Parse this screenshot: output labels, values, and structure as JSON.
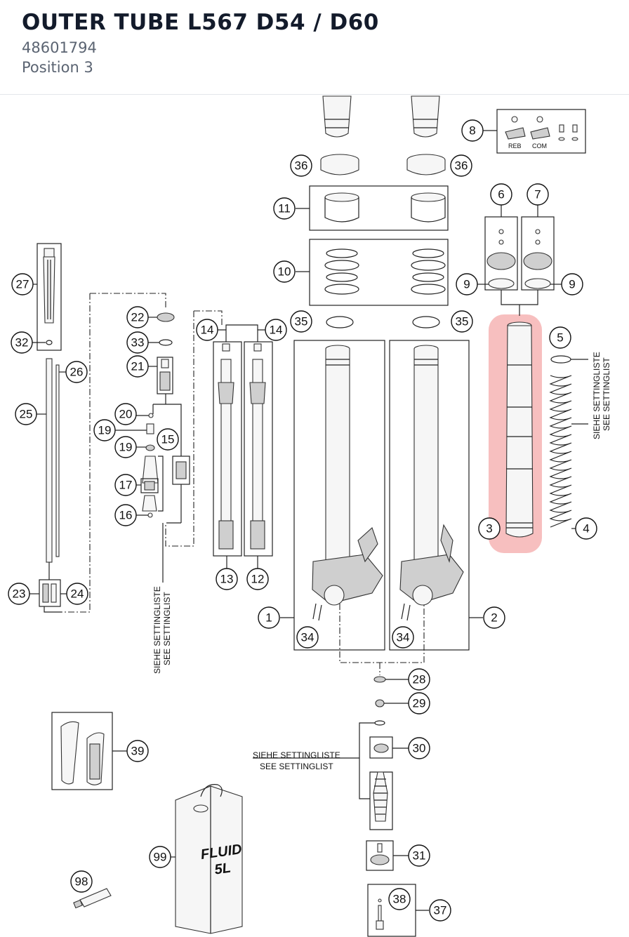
{
  "header": {
    "title": "OUTER TUBE L567 D54 / D60",
    "part_number": "48601794",
    "position": "Position 3"
  },
  "diagram": {
    "highlight_color": "#f08080",
    "highlighted_callout": "3",
    "notes": {
      "siehe": "SIEHE SETTINGLISTE",
      "see": "SEE SETTINGLIST",
      "fluid_line1": "FLUID",
      "fluid_line2": "5L",
      "reb": "REB",
      "com": "COM"
    },
    "callouts": [
      "1",
      "2",
      "3",
      "4",
      "5",
      "6",
      "7",
      "8",
      "9",
      "9",
      "10",
      "11",
      "12",
      "13",
      "14",
      "14",
      "15",
      "16",
      "17",
      "19",
      "19",
      "20",
      "21",
      "22",
      "23",
      "24",
      "25",
      "26",
      "27",
      "28",
      "29",
      "30",
      "31",
      "32",
      "33",
      "34",
      "34",
      "35",
      "35",
      "36",
      "36",
      "37",
      "38",
      "39",
      "98",
      "99"
    ]
  }
}
